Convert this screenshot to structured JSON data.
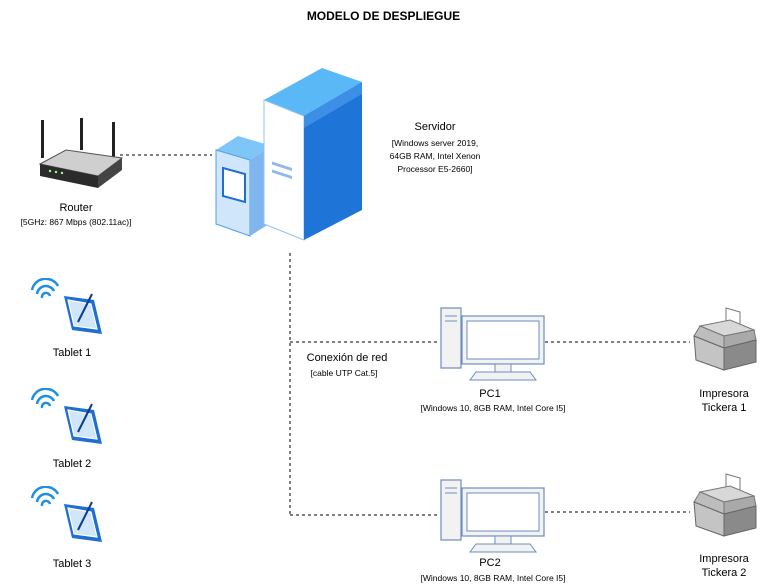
{
  "title": "MODELO DE DESPLIEGUE",
  "router": {
    "label": "Router",
    "spec": "[5GHz: 867 Mbps (802.11ac)]"
  },
  "server": {
    "label": "Servidor",
    "spec_lines": [
      "[Windows server 2019,",
      "64GB RAM,  Intel Xenon",
      "Processor E5-2660]"
    ]
  },
  "connection": {
    "label": "Conexión de red",
    "spec": "[cable UTP Cat.5]"
  },
  "pcs": [
    {
      "label": "PC1",
      "spec": "[Windows 10, 8GB RAM,  Intel Core I5]"
    },
    {
      "label": "PC2",
      "spec": "[Windows 10, 8GB RAM,  Intel Core I5]"
    }
  ],
  "printers": [
    {
      "line1": "Impresora",
      "line2": "Tickera 1"
    },
    {
      "line1": "Impresora",
      "line2": "Tickera 2"
    }
  ],
  "tablets": [
    {
      "label": "Tablet 1"
    },
    {
      "label": "Tablet 2"
    },
    {
      "label": "Tablet 3"
    }
  ],
  "colors": {
    "blue_light": "#4fb3f5",
    "blue_dark": "#1f6fd1",
    "blue_pale": "#cfe6fb",
    "pc_gray": "#f2f2f2",
    "pc_stroke": "#6c8ebf"
  }
}
